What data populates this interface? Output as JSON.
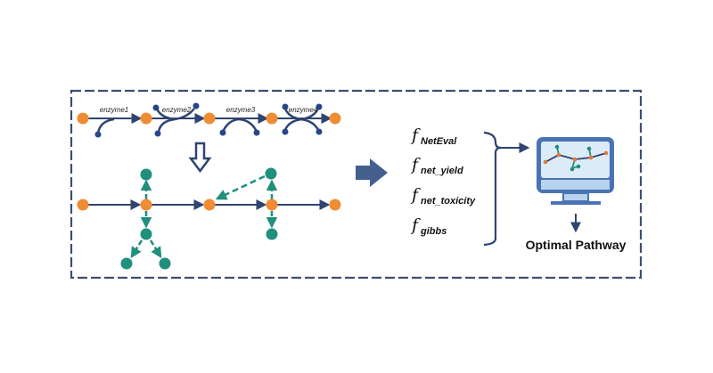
{
  "colors": {
    "frame": "#3d4f73",
    "arrow_dark": "#2f4470",
    "substrate_orange": "#f08c34",
    "cofactor_blue": "#26468a",
    "branch_teal": "#1f8f7e",
    "big_arrow": "#44608f",
    "monitor_frame": "#4a73b3",
    "monitor_screen": "#d7e8f7"
  },
  "pathway": {
    "enzymes": [
      {
        "label": "enzyme1"
      },
      {
        "label": "enzyme2"
      },
      {
        "label": "enzyme3"
      },
      {
        "label": "enzyme4"
      }
    ]
  },
  "objectives": [
    {
      "symbol": "f",
      "subscript": "NetEval"
    },
    {
      "symbol": "f",
      "subscript": "net_yield"
    },
    {
      "symbol": "f",
      "subscript": "net_toxicity"
    },
    {
      "symbol": "f",
      "subscript": "gibbs"
    }
  ],
  "output": {
    "label": "Optimal Pathway"
  }
}
